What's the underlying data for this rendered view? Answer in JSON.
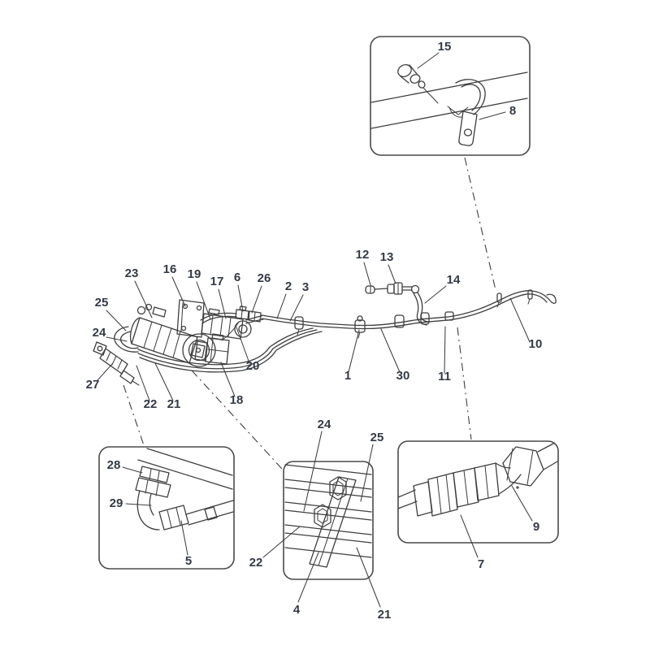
{
  "figure": {
    "background_color": "#ffffff",
    "line_color": "#3e3e3e",
    "label_color": "#333a46",
    "inset_border_color": "#4a4a4a"
  },
  "callouts": {
    "inset_top": [
      "15",
      "8"
    ],
    "main": [
      "23",
      "16",
      "19",
      "17",
      "6",
      "26",
      "2",
      "3",
      "12",
      "13",
      "14",
      "25",
      "24",
      "27",
      "22",
      "21",
      "18",
      "20",
      "1",
      "30",
      "11",
      "10"
    ],
    "inset_bottom_left": [
      "28",
      "29",
      "5"
    ],
    "inset_bottom_middle": [
      "24",
      "25",
      "22",
      "4",
      "21"
    ],
    "inset_bottom_right": [
      "7",
      "9"
    ]
  }
}
